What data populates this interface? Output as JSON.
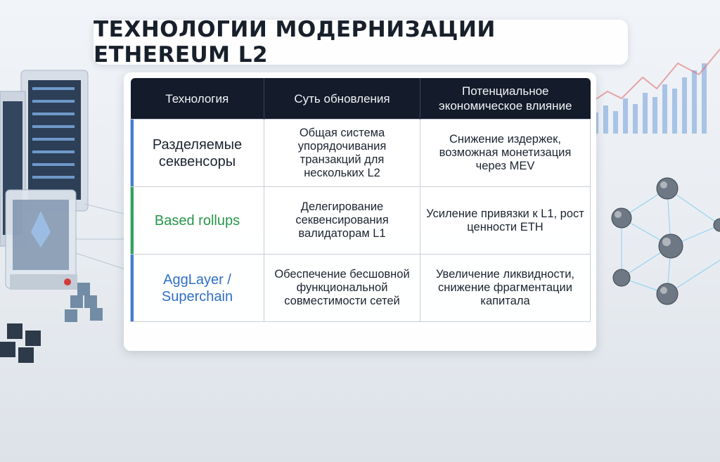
{
  "title": "ТЕХНОЛОГИИ МОДЕРНИЗАЦИИ ETHEREUM L2",
  "colors": {
    "header_bg": "#141c2b",
    "accent_blue": "#2f6fc7",
    "accent_green": "#27964a"
  },
  "table": {
    "headers": [
      "Технология",
      "Суть обновления",
      "Потенциальное экономическое влияние"
    ],
    "rows": [
      {
        "technology": "Разделяемые секвенсоры",
        "tech_color": "#1b2430",
        "essence": "Общая система упорядочивания транзакций для нескольких L2",
        "impact": "Снижение издержек, возможная монетизация через MEV"
      },
      {
        "technology": "Based rollups",
        "tech_color": "#27964a",
        "essence": "Делегирование секвенсирования валидаторам L1",
        "impact": "Усиление привязки к L1, рост ценности ETH"
      },
      {
        "technology": "AggLayer / Superchain",
        "tech_color": "#2f6fc7",
        "essence": "Обеспечение бесшовной функциональной совместимости сетей",
        "impact": "Увеличение ликвидности, снижение фрагментации капитала"
      }
    ]
  }
}
